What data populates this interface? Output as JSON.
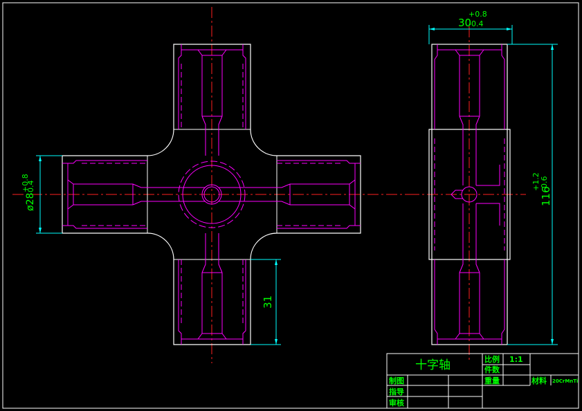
{
  "colors": {
    "background": "#000000",
    "outline": "#ffffff",
    "hidden": "#ff00ff",
    "center": "#ff2020",
    "dimension": "#00ffff",
    "dim_text": "#00ff00",
    "title_text": "#00ff00"
  },
  "dimensions": {
    "width_top": "30",
    "width_top_tol_upper": "+0.8",
    "width_top_tol_lower": "-0.4",
    "diameter": "ø28",
    "diameter_tol_upper": "+0.8",
    "diameter_tol_lower": "-0.4",
    "arm_length": "31",
    "total_length": "116",
    "total_tol_upper": "+1.2",
    "total_tol_lower": "-0.6"
  },
  "title_block": {
    "part_name": "十字轴",
    "scale_label": "比例",
    "scale_value": "1:1",
    "quantity_label": "件数",
    "weight_label": "重量",
    "material_label": "材料",
    "material_value": "20CrMnTi",
    "drawn_label": "制图",
    "guide_label": "指导",
    "review_label": "审核"
  }
}
